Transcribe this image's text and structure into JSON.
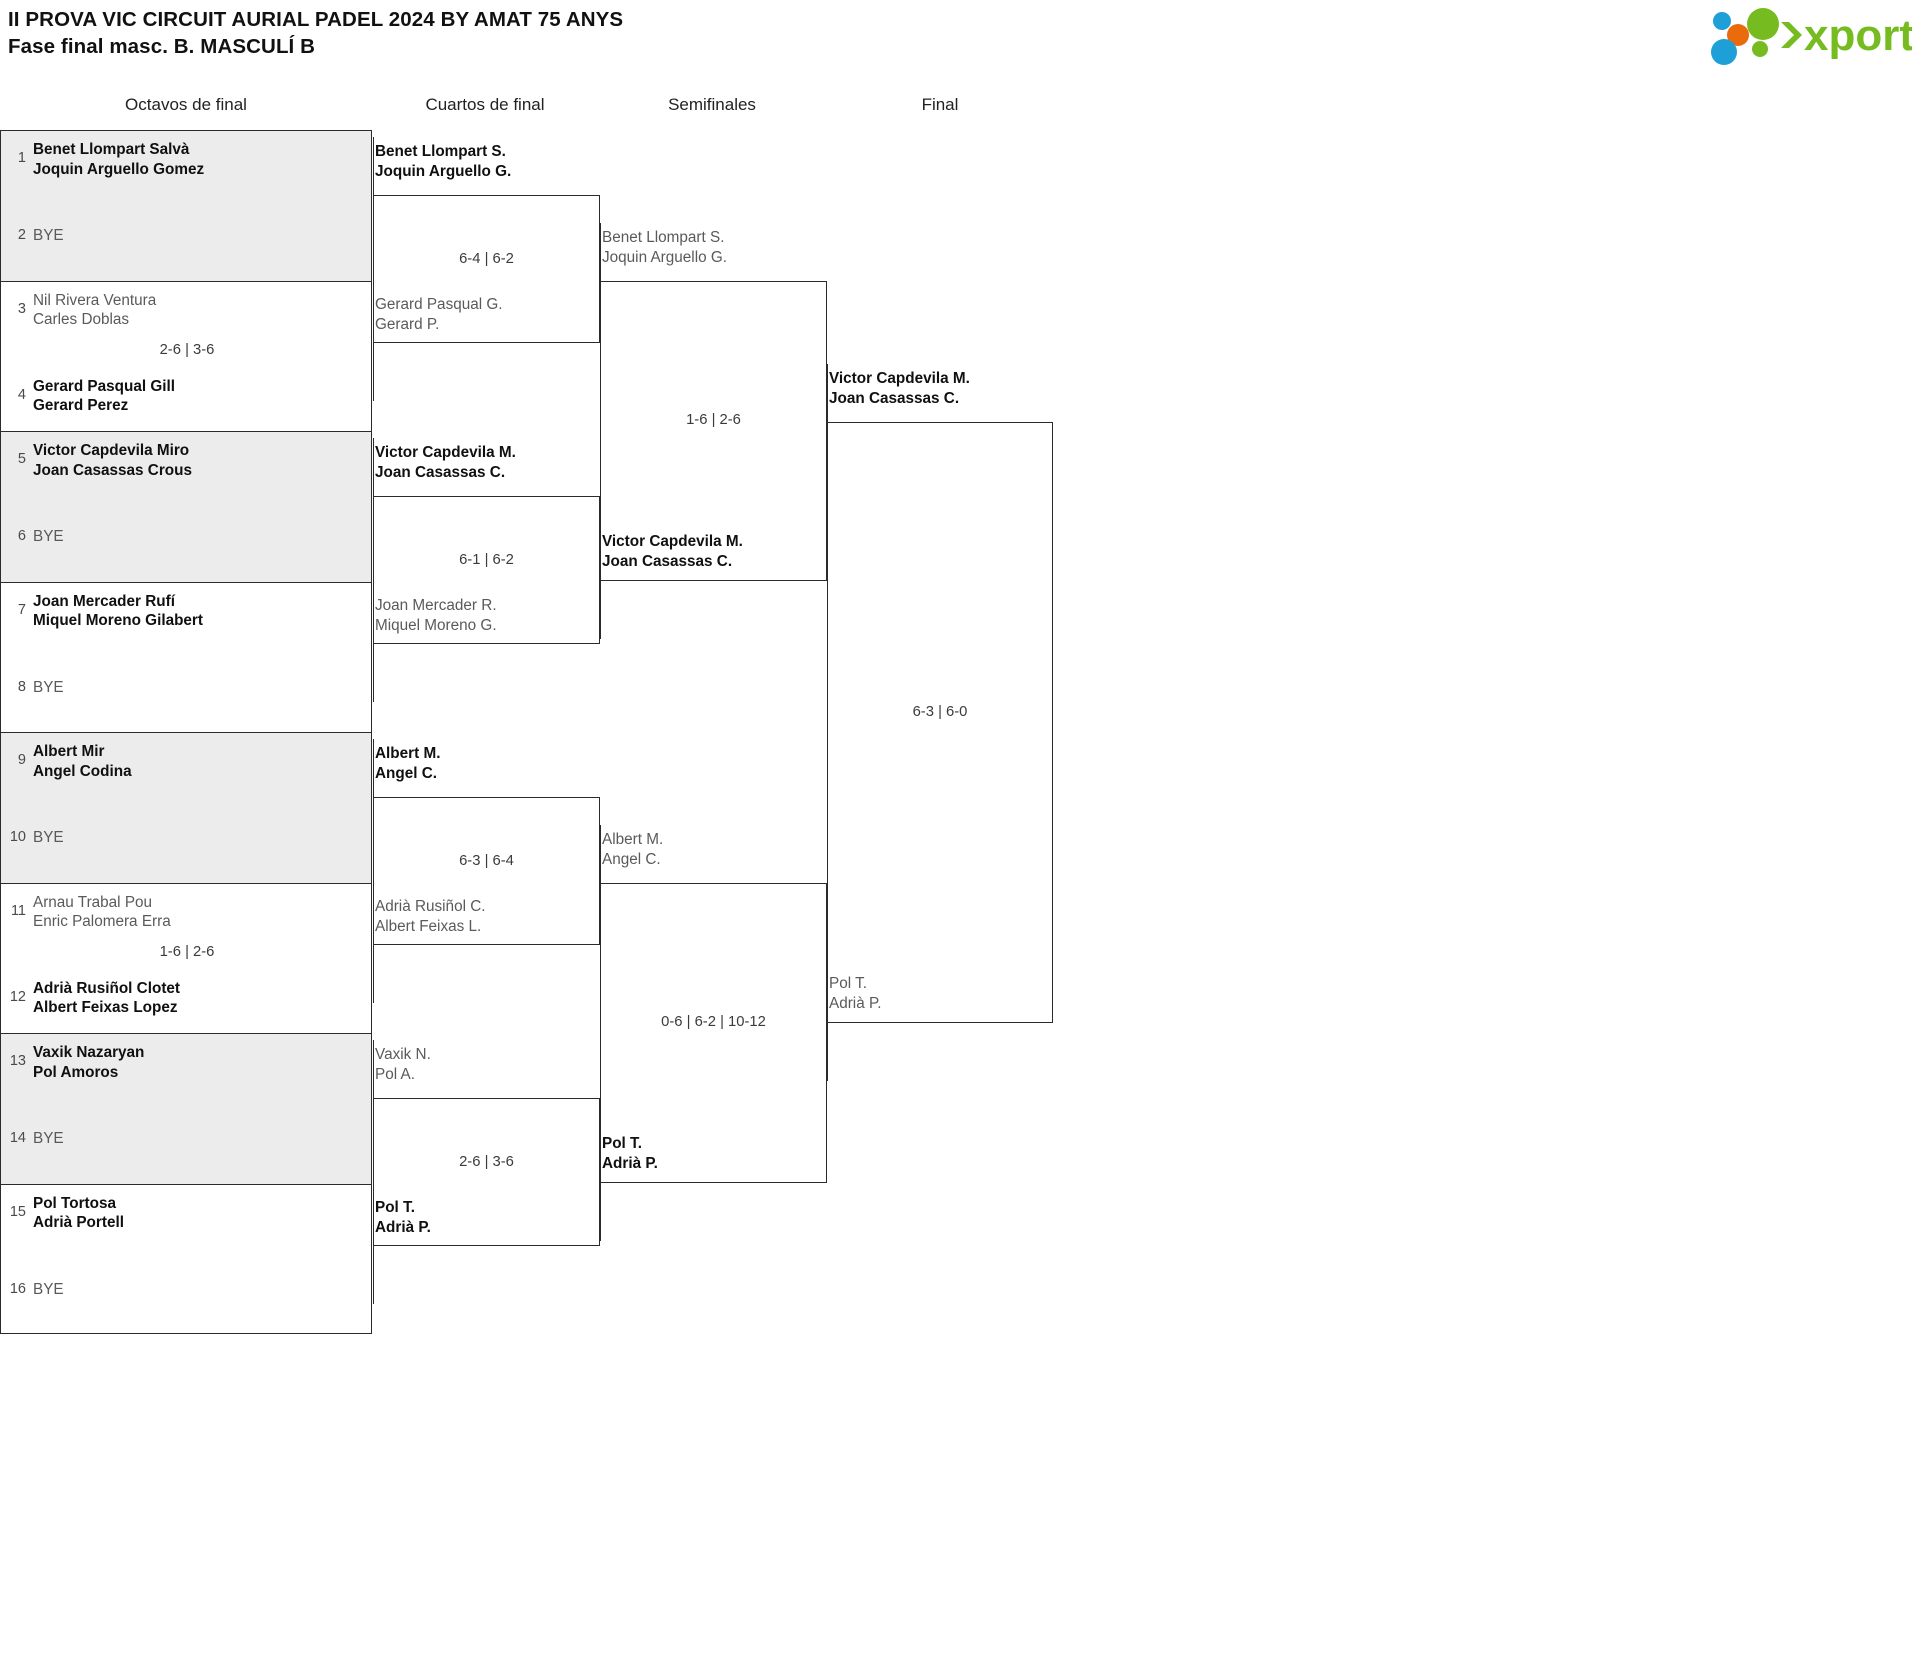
{
  "header": {
    "title_line1": "II PROVA VIC CIRCUIT AURIAL PADEL 2024 BY AMAT 75 ANYS",
    "title_line2": "Fase final masc. B. MASCULÍ B",
    "logo_text": "xporty",
    "logo_colors": {
      "green": "#76bc21",
      "blue": "#1e9fd8",
      "orange": "#ea6b0b"
    }
  },
  "rounds": [
    {
      "label": "Octavos de final"
    },
    {
      "label": "Cuartos de final"
    },
    {
      "label": "Semifinales"
    },
    {
      "label": "Final"
    }
  ],
  "round1": {
    "pairs": [
      {
        "shaded": true,
        "score": "",
        "top": {
          "seed": "1",
          "lines": [
            "Benet Llompart Salvà",
            "Joquin Arguello Gomez"
          ],
          "winner": true,
          "bye": false
        },
        "bottom": {
          "seed": "2",
          "lines": [
            "BYE"
          ],
          "winner": false,
          "bye": true
        }
      },
      {
        "shaded": false,
        "score": "2-6 | 3-6",
        "top": {
          "seed": "3",
          "lines": [
            "Nil Rivera Ventura",
            "Carles Doblas"
          ],
          "winner": false,
          "bye": false
        },
        "bottom": {
          "seed": "4",
          "lines": [
            "Gerard Pasqual Gill",
            "Gerard Perez"
          ],
          "winner": true,
          "bye": false
        }
      },
      {
        "shaded": true,
        "score": "",
        "top": {
          "seed": "5",
          "lines": [
            "Victor Capdevila Miro",
            "Joan Casassas Crous"
          ],
          "winner": true,
          "bye": false
        },
        "bottom": {
          "seed": "6",
          "lines": [
            "BYE"
          ],
          "winner": false,
          "bye": true
        }
      },
      {
        "shaded": false,
        "score": "",
        "top": {
          "seed": "7",
          "lines": [
            "Joan Mercader Rufí",
            "Miquel Moreno Gilabert"
          ],
          "winner": true,
          "bye": false
        },
        "bottom": {
          "seed": "8",
          "lines": [
            "BYE"
          ],
          "winner": false,
          "bye": true
        }
      },
      {
        "shaded": true,
        "score": "",
        "top": {
          "seed": "9",
          "lines": [
            "Albert Mir",
            "Angel Codina"
          ],
          "winner": true,
          "bye": false
        },
        "bottom": {
          "seed": "10",
          "lines": [
            "BYE"
          ],
          "winner": false,
          "bye": true
        }
      },
      {
        "shaded": false,
        "score": "1-6 | 2-6",
        "top": {
          "seed": "11",
          "lines": [
            "Arnau Trabal Pou",
            "Enric Palomera Erra"
          ],
          "winner": false,
          "bye": false
        },
        "bottom": {
          "seed": "12",
          "lines": [
            "Adrià Rusiñol Clotet",
            "Albert Feixas Lopez"
          ],
          "winner": true,
          "bye": false
        }
      },
      {
        "shaded": true,
        "score": "",
        "top": {
          "seed": "13",
          "lines": [
            "Vaxik Nazaryan",
            "Pol Amoros"
          ],
          "winner": true,
          "bye": false
        },
        "bottom": {
          "seed": "14",
          "lines": [
            "BYE"
          ],
          "winner": false,
          "bye": true
        }
      },
      {
        "shaded": false,
        "score": "",
        "top": {
          "seed": "15",
          "lines": [
            "Pol Tortosa",
            "Adrià Portell"
          ],
          "winner": true,
          "bye": false
        },
        "bottom": {
          "seed": "16",
          "lines": [
            "BYE"
          ],
          "winner": false,
          "bye": true
        }
      }
    ]
  },
  "quarterfinals": [
    {
      "score": "6-4 | 6-2",
      "top": {
        "lines": [
          "Benet Llompart S.",
          "Joquin Arguello G."
        ],
        "winner": true
      },
      "bottom": {
        "lines": [
          "Gerard Pasqual G.",
          "Gerard P."
        ],
        "winner": false
      }
    },
    {
      "score": "6-1 | 6-2",
      "top": {
        "lines": [
          "Victor Capdevila M.",
          "Joan Casassas C."
        ],
        "winner": true
      },
      "bottom": {
        "lines": [
          "Joan Mercader R.",
          "Miquel Moreno G."
        ],
        "winner": false
      }
    },
    {
      "score": "6-3 | 6-4",
      "top": {
        "lines": [
          "Albert M.",
          "Angel C."
        ],
        "winner": true
      },
      "bottom": {
        "lines": [
          "Adrià Rusiñol C.",
          "Albert Feixas L."
        ],
        "winner": false
      }
    },
    {
      "score": "2-6 | 3-6",
      "top": {
        "lines": [
          "Vaxik N.",
          "Pol A."
        ],
        "winner": false
      },
      "bottom": {
        "lines": [
          "Pol T.",
          "Adrià P."
        ],
        "winner": true
      }
    }
  ],
  "semifinals": [
    {
      "score": "1-6 | 2-6",
      "top": {
        "lines": [
          "Benet Llompart S.",
          "Joquin Arguello G."
        ],
        "winner": false
      },
      "bottom": {
        "lines": [
          "Victor Capdevila M.",
          "Joan Casassas C."
        ],
        "winner": true
      }
    },
    {
      "score": "0-6 | 6-2 | 10-12",
      "top": {
        "lines": [
          "Albert M.",
          "Angel C."
        ],
        "winner": false
      },
      "bottom": {
        "lines": [
          "Pol T.",
          "Adrià P."
        ],
        "winner": true
      }
    }
  ],
  "final": {
    "score": "6-3 | 6-0",
    "top": {
      "lines": [
        "Victor Capdevila M.",
        "Joan Casassas C."
      ],
      "winner": true
    },
    "bottom": {
      "lines": [
        "Pol T.",
        "Adrià P."
      ],
      "winner": false
    }
  }
}
